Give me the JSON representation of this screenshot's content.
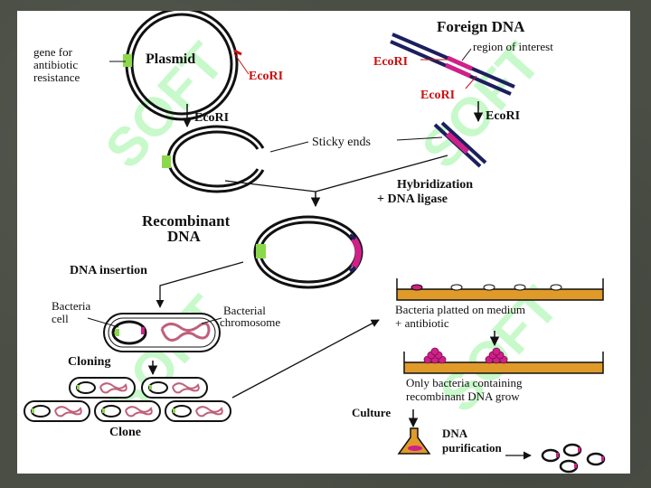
{
  "labels": {
    "gene_for_antibiotic_resistance": [
      "gene for",
      "antibiotic",
      "resistance"
    ],
    "plasmid": "Plasmid",
    "ecori": "EcoRI",
    "foreign_dna": "Foreign DNA",
    "region_of_interest": "region of interest",
    "sticky_ends": "Sticky ends",
    "hybridization": [
      "Hybridization",
      "+ DNA ligase"
    ],
    "recombinant_dna": [
      "Recombinant",
      "DNA"
    ],
    "dna_insertion": "DNA insertion",
    "bacteria_cell": [
      "Bacteria",
      "cell"
    ],
    "bacterial_chromosome": [
      "Bacterial",
      "chromosome"
    ],
    "cloning": "Cloning",
    "clone": "Clone",
    "plated": [
      "Bacteria platted on medium",
      "+ antibiotic"
    ],
    "only_bacteria": [
      "Only bacteria containing",
      "recombinant DNA grow"
    ],
    "culture": "Culture",
    "dna_purification": [
      "DNA",
      "purification"
    ]
  },
  "watermark": "SOFT",
  "colors": {
    "slide_bg": "#ffffff",
    "page_bg": "#4a4e45",
    "gene_green": "#8bd84a",
    "insert_magenta": "#d0208a",
    "dna_navy": "#1c1f5e",
    "medium_orange": "#e09a2a",
    "ecori_red": "#cc1111",
    "watermark_green": "#9cf5a2"
  }
}
